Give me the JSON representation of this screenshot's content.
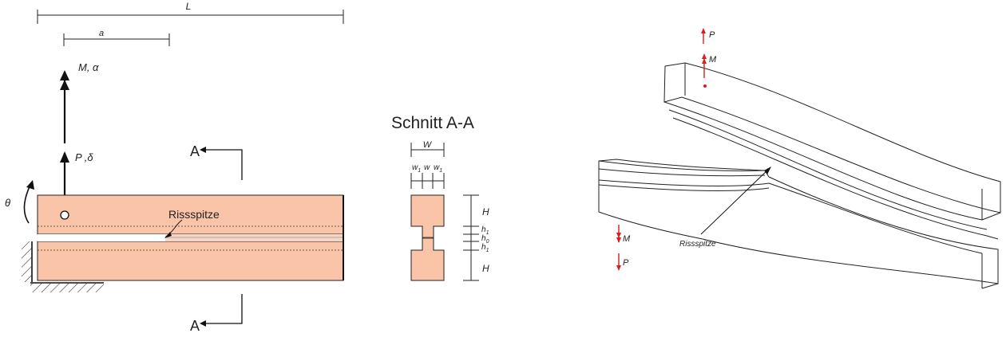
{
  "left_view": {
    "dim_L": "L",
    "dim_a": "a",
    "moment_label": "M, α",
    "force_label": "P ,δ",
    "theta_label": "θ",
    "crack_tip_label": "Rissspitze",
    "section_mark_top": "A",
    "section_mark_bottom": "A",
    "colors": {
      "specimen_fill": "#f9c4a8",
      "support_hatch": "#333333"
    }
  },
  "section_view": {
    "title": "Schnitt A-A",
    "dim_W": "W",
    "dim_w1_left": "w",
    "dim_w1_left_sub": "1",
    "dim_w": "w",
    "dim_w1_right": "w",
    "dim_w1_right_sub": "1",
    "dim_H_top": "H",
    "dim_h1_top": "h",
    "dim_h1_top_sub": "1",
    "dim_h0": "h",
    "dim_h0_sub": "0",
    "dim_h1_bottom": "h",
    "dim_h1_bottom_sub": "1",
    "dim_H_bottom": "H"
  },
  "iso_view": {
    "force_top": "P",
    "moment_top": "M",
    "moment_bottom": "M",
    "force_bottom": "P",
    "crack_tip_label": "Rissspitze",
    "colors": {
      "load_arrow": "#d62020"
    }
  }
}
